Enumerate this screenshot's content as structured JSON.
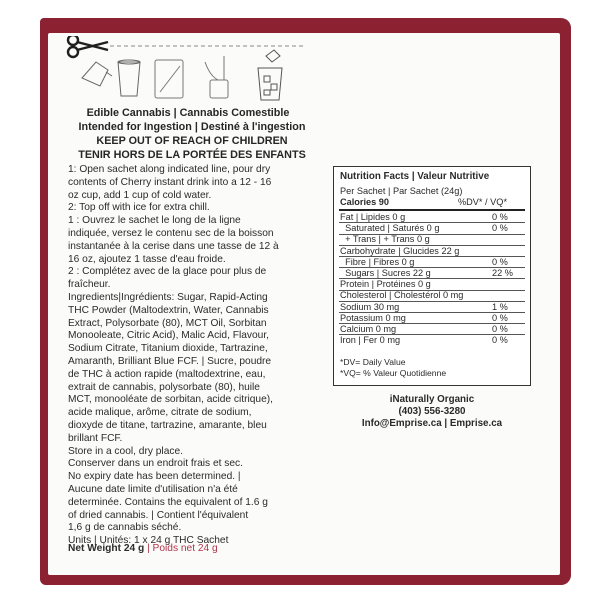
{
  "colors": {
    "sachet": "#8b2131",
    "label": "#fbfbfa",
    "ink": "#2b2b2b"
  },
  "icons": [
    "scissors-icon",
    "pour-icon",
    "cup-icon",
    "sachet-icon",
    "ice-icon"
  ],
  "header": {
    "line1": "Edible Cannabis | Cannabis Comestible",
    "line2": "Intended for Ingestion | Destiné à l'ingestion",
    "line3": "KEEP OUT OF REACH OF CHILDREN",
    "line4": "TENIR HORS DE LA PORTÉE DES ENFANTS"
  },
  "body_lines": [
    "1: Open sachet along indicated line, pour dry",
    "contents of Cherry instant drink into a 12 - 16",
    "oz cup, add 1 cup of cold water.",
    "2: Top off with ice for extra chill.",
    "1 : Ouvrez le sachet le long de la ligne",
    "indiquée, versez le contenu sec de la boisson",
    "instantanée à la cerise dans une tasse de 12 à",
    "16 oz, ajoutez 1 tasse d'eau froide.",
    "2 : Complétez avec de la glace pour plus de",
    "fraîcheur.",
    "Ingredients|Ingrédients: Sugar, Rapid-Acting",
    "THC Powder (Maltodextrin, Water, Cannabis",
    "Extract, Polysorbate (80), MCT Oil, Sorbitan",
    "Monooleate, Citric Acid), Malic Acid, Flavour,",
    "Sodium Citrate, Titanium dioxide, Tartrazine,",
    "Amaranth, Brilliant Blue FCF. | Sucre, poudre",
    "de THC à action rapide (maltodextrine, eau,",
    "extrait de cannabis, polysorbate (80), huile",
    "MCT, monooléate de sorbitan, acide citrique),",
    "acide malique, arôme, citrate de sodium,",
    "dioxyde de titane, tartrazine, amarante, bleu",
    "brillant FCF.",
    "Store in a cool, dry place.",
    "Conserver dans un endroit frais et sec.",
    "No expiry date has been determined. |",
    "Aucune date limite d'utilisation n'a été",
    "determinée. Contains the equivalent of 1.6 g",
    "of dried cannabis. | Contient l'équivalent",
    "1,6 g de cannabis séché.",
    "Units | Unités: 1 x 24 g THC Sachet"
  ],
  "net_weight": {
    "en": "Net Weight 24 g",
    "fr": "| Poids net 24 g"
  },
  "nutrition": {
    "title": "Nutrition Facts | Valeur Nutritive",
    "serving": "Per Sachet | Par Sachet (24g)",
    "calories": "Calories 90",
    "dv_header": "%DV* / VQ*",
    "rows": [
      {
        "label": "Fat | Lipides 0 g",
        "pct": "0 %"
      },
      {
        "label": "  Saturated | Saturés 0 g",
        "pct": "0 %"
      },
      {
        "label": "  + Trans | + Trans 0 g",
        "pct": ""
      },
      {
        "label": "Carbohydrate | Glucides 22 g",
        "pct": ""
      },
      {
        "label": "  Fibre | Fibres 0 g",
        "pct": "0 %"
      },
      {
        "label": "  Sugars | Sucres 22 g",
        "pct": "22 %"
      },
      {
        "label": "Protein | Protéines 0 g",
        "pct": ""
      },
      {
        "label": "Cholesterol | Cholestérol 0 mg",
        "pct": ""
      },
      {
        "label": "Sodium 30 mg",
        "pct": "1 %"
      },
      {
        "label": "Potassium 0 mg",
        "pct": "0 %"
      },
      {
        "label": "Calcium 0 mg",
        "pct": "0 %"
      },
      {
        "label": "Iron | Fer 0 mg",
        "pct": "0 %"
      }
    ],
    "footnote1": "*DV= Daily Value",
    "footnote2": "*VQ= % Valeur Quotidienne"
  },
  "contact": {
    "company": "iNaturally Organic",
    "phone": "(403) 556-3280",
    "web": "Info@Emprise.ca | Emprise.ca"
  }
}
